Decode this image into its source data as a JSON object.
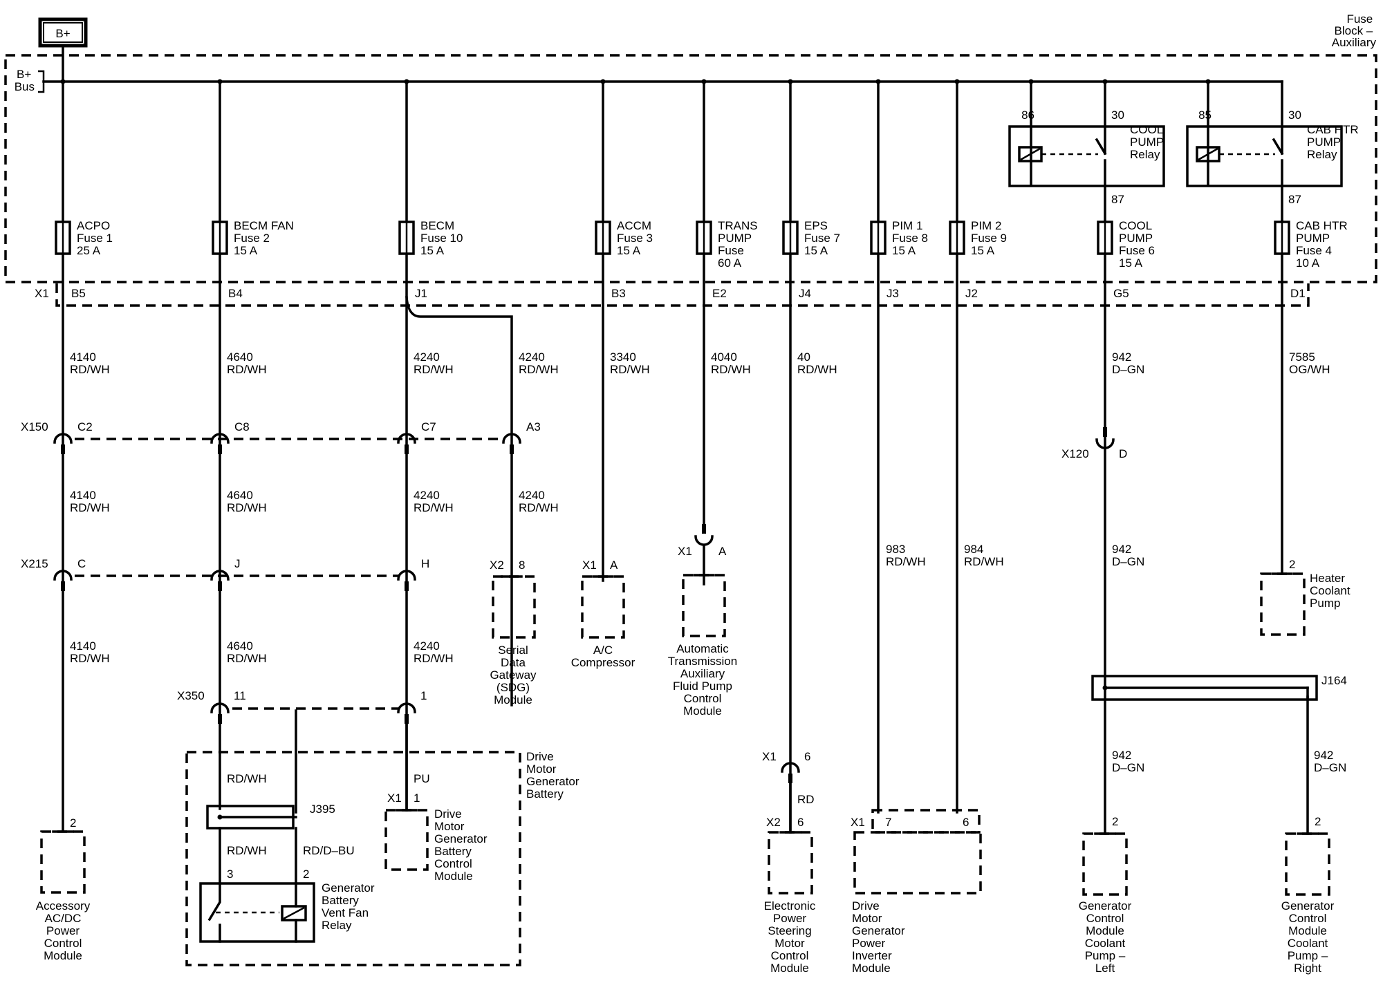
{
  "colors": {
    "line": "#000000",
    "background": "#ffffff"
  },
  "supply": {
    "tag": "B+",
    "bus": [
      "B+",
      "Bus"
    ],
    "block": [
      "Fuse",
      "Block –",
      "Auxiliary"
    ],
    "connector": "X1"
  },
  "fuses": [
    {
      "name": [
        "ACPO",
        "Fuse 1",
        "25 A"
      ],
      "pin": "B5"
    },
    {
      "name": [
        "BECM FAN",
        "Fuse 2",
        "15 A"
      ],
      "pin": "B4"
    },
    {
      "name": [
        "BECM",
        "Fuse 10",
        "15 A"
      ],
      "pin": "J1"
    },
    {
      "name": [
        "ACCM",
        "Fuse 3",
        "15 A"
      ],
      "pin": "B3"
    },
    {
      "name": [
        "TRANS",
        "PUMP",
        "Fuse",
        "60 A"
      ],
      "pin": "E2"
    },
    {
      "name": [
        "EPS",
        "Fuse 7",
        "15 A"
      ],
      "pin": "J4"
    },
    {
      "name": [
        "PIM 1",
        "Fuse 8",
        "15 A"
      ],
      "pin": "J3"
    },
    {
      "name": [
        "PIM 2",
        "Fuse 9",
        "15 A"
      ],
      "pin": "J2"
    },
    {
      "name": [
        "COOL",
        "PUMP",
        "Fuse 6",
        "15 A"
      ],
      "pin": "G5"
    },
    {
      "name": [
        "CAB HTR",
        "PUMP",
        "Fuse 4",
        "10 A"
      ],
      "pin": "D1"
    }
  ],
  "relays": [
    {
      "name": [
        "COOL",
        "PUMP",
        "Relay"
      ],
      "coil_pin": "86",
      "switch_pin": "30",
      "out_pin": "87"
    },
    {
      "name": [
        "CAB HTR",
        "PUMP",
        "Relay"
      ],
      "coil_pin": "85",
      "switch_pin": "30",
      "out_pin": "87"
    }
  ],
  "wires": [
    {
      "circuit": "4140",
      "color": "RD/WH"
    },
    {
      "circuit": "4640",
      "color": "RD/WH"
    },
    {
      "circuit": "4240",
      "color": "RD/WH"
    },
    {
      "circuit": "3340",
      "color": "RD/WH"
    },
    {
      "circuit": "4040",
      "color": "RD/WH"
    },
    {
      "circuit": "40",
      "color": "RD/WH"
    },
    {
      "circuit": "942",
      "color": "D–GN"
    },
    {
      "circuit": "7585",
      "color": "OG/WH"
    },
    {
      "circuit": "983",
      "color": "RD/WH"
    },
    {
      "circuit": "984",
      "color": "RD/WH"
    },
    {
      "circuit": "",
      "color": "RD"
    },
    {
      "circuit": "",
      "color": "PU"
    },
    {
      "circuit": "",
      "color": "RD/D–BU"
    }
  ],
  "connectors": {
    "x150": {
      "name": "X150",
      "pins": [
        "C2",
        "C8",
        "C7",
        "A3"
      ]
    },
    "x215": {
      "name": "X215",
      "pins": [
        "C",
        "J",
        "H"
      ]
    },
    "x350": {
      "name": "X350",
      "pins": [
        "11",
        "1"
      ]
    },
    "x120": {
      "name": "X120",
      "pin": "D"
    },
    "x1": "X1",
    "x2": "X2"
  },
  "splices": {
    "j395": "J395",
    "j164": "J164"
  },
  "components": {
    "acpo": [
      "Accessory",
      "AC/DC",
      "Power",
      "Control",
      "Module"
    ],
    "sdg": [
      "Serial",
      "Data",
      "Gateway",
      "(SDG)",
      "Module"
    ],
    "ac": [
      "A/C",
      "Compressor"
    ],
    "atp": [
      "Automatic",
      "Transmission",
      "Auxiliary",
      "Fluid Pump",
      "Control",
      "Module"
    ],
    "eps": [
      "Electronic",
      "Power",
      "Steering",
      "Motor",
      "Control",
      "Module"
    ],
    "pim": [
      "Drive",
      "Motor",
      "Generator",
      "Power",
      "Inverter",
      "Module"
    ],
    "gcl": [
      "Generator",
      "Control",
      "Module",
      "Coolant",
      "Pump –",
      "Left"
    ],
    "gcr": [
      "Generator",
      "Control",
      "Module",
      "Coolant",
      "Pump –",
      "Right"
    ],
    "hcp": [
      "Heater",
      "Coolant",
      "Pump"
    ],
    "dmgb": [
      "Drive",
      "Motor",
      "Generator",
      "Battery"
    ],
    "dmgbcm": [
      "Drive",
      "Motor",
      "Generator",
      "Battery",
      "Control",
      "Module"
    ],
    "fan_relay": [
      "Generator",
      "Battery",
      "Vent Fan",
      "Relay"
    ]
  },
  "pins": {
    "p2": "2",
    "p8": "8",
    "pA": "A",
    "p6": "6",
    "p7": "7",
    "p1": "1",
    "p3": "3"
  }
}
